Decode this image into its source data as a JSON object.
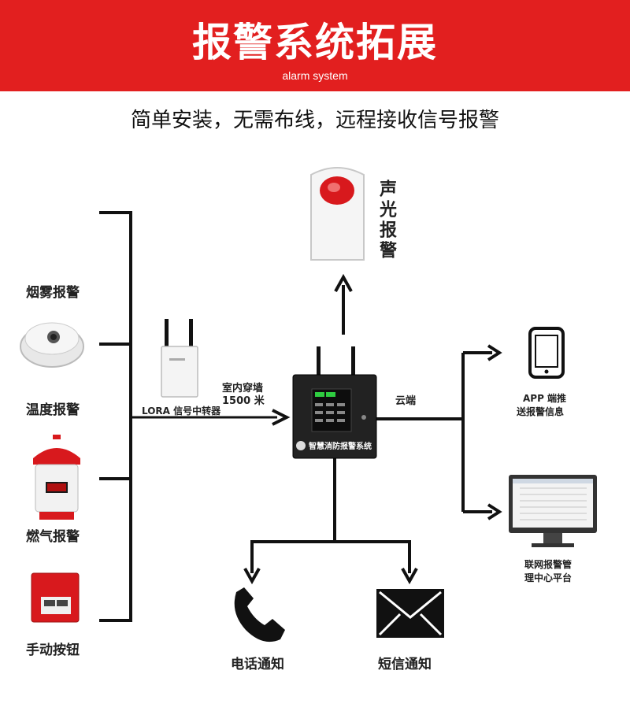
{
  "banner": {
    "title": "报警系统拓展",
    "subtitle": "alarm system"
  },
  "tagline": "简单安装，无需布线，远程接收信号报警",
  "inputs": {
    "smoke": "烟雾报警",
    "temperature": "温度报警",
    "gas": "燃气报警",
    "manual": "手动按钮"
  },
  "repeater": {
    "label": "LORA 信号中转器",
    "range_line1": "室内穿墙",
    "range_line2": "1500 米"
  },
  "controller": {
    "name": "智慧消防报警系统"
  },
  "siren": {
    "label": "声光报警"
  },
  "cloud": {
    "label": "云端"
  },
  "app": {
    "line1": "APP 端推",
    "line2": "送报警信息"
  },
  "center": {
    "line1": "联网报警管",
    "line2": "理中心平台"
  },
  "outputs": {
    "phone": "电话通知",
    "sms": "短信通知"
  },
  "colors": {
    "banner": "#e21f1f",
    "line": "#111111",
    "siren_red": "#d8191d",
    "screen_green": "#2ecc40"
  }
}
